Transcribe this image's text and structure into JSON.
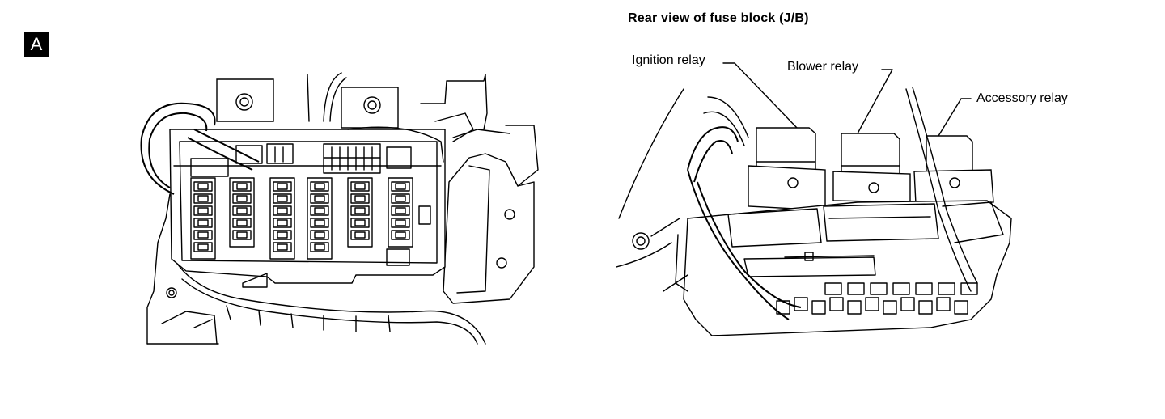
{
  "figure": {
    "badge": "A",
    "title": "Rear view of fuse block (J/B)",
    "callouts": {
      "ignition_relay": "Ignition relay",
      "blower_relay": "Blower relay",
      "accessory_relay": "Accessory relay"
    }
  }
}
